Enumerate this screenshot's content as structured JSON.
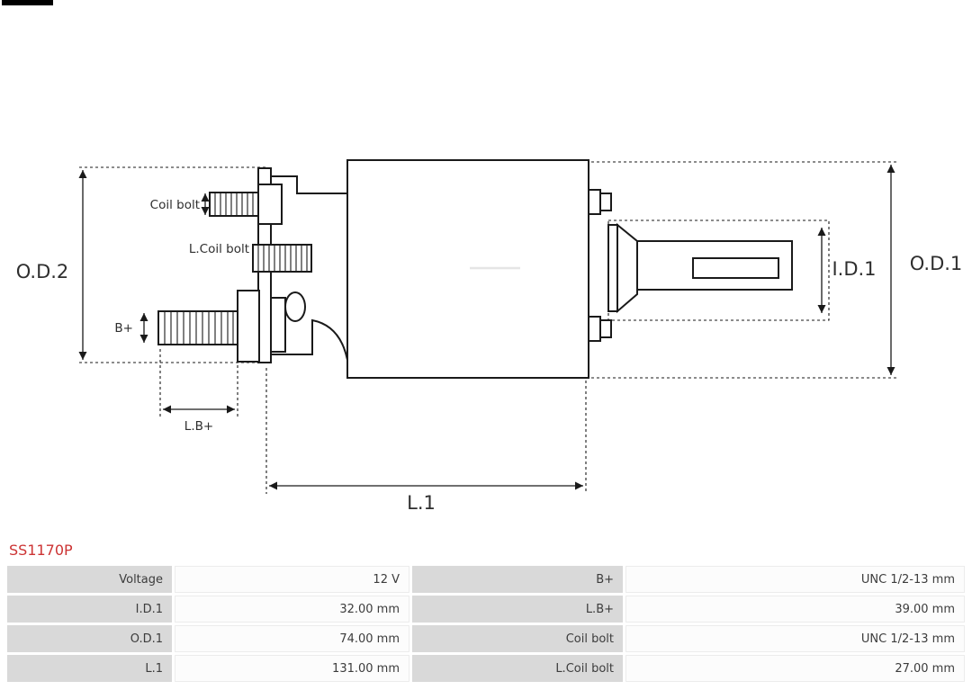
{
  "page": {
    "product_code": "SS1170P"
  },
  "diagram": {
    "labels": {
      "od2": "O.D.2",
      "od1": "O.D.1",
      "id1": "I.D.1",
      "l1": "L.1",
      "lb": "L.B+",
      "b": "B+",
      "coil_bolt": "Coil bolt",
      "l_coil_bolt": "L.Coil bolt"
    }
  },
  "spec_table": {
    "rows": [
      {
        "label1": "Voltage",
        "value1": "12 V",
        "label2": "B+",
        "value2": "UNC 1/2-13 mm"
      },
      {
        "label1": "I.D.1",
        "value1": "32.00 mm",
        "label2": "L.B+",
        "value2": "39.00 mm"
      },
      {
        "label1": "O.D.1",
        "value1": "74.00 mm",
        "label2": "Coil bolt",
        "value2": "UNC 1/2-13 mm"
      },
      {
        "label1": "L.1",
        "value1": "131.00 mm",
        "label2": "L.Coil bolt",
        "value2": "27.00 mm"
      }
    ]
  },
  "colors": {
    "accent_red": "#cc3333",
    "line": "#1a1a1a",
    "dim_text": "#2e2e2e",
    "table_label_bg": "#d9d9d9",
    "table_value_bg": "#fcfcfc",
    "table_text": "#3c3c3c"
  }
}
